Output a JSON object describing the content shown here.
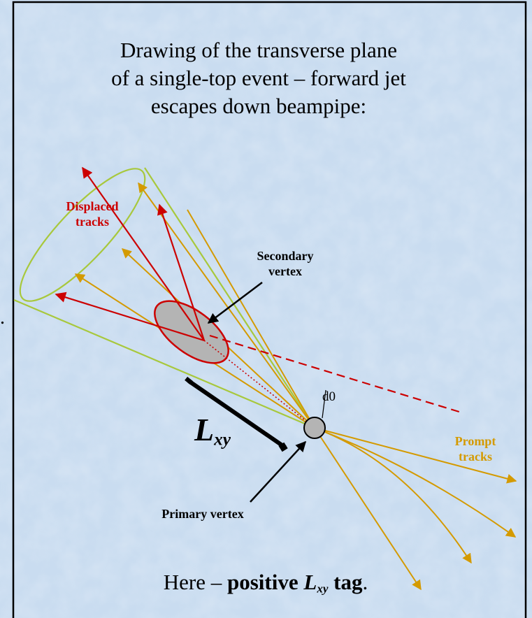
{
  "heading": {
    "line1": "Drawing of the transverse plane",
    "line2": "of a single-top event – forward jet",
    "line3": "escapes down beampipe:"
  },
  "labels": {
    "displaced_line1": "Displaced",
    "displaced_line2": "tracks",
    "secondary_line1": "Secondary",
    "secondary_line2": "vertex",
    "prompt_line1": "Prompt",
    "prompt_line2": "tracks",
    "primary": "Primary vertex",
    "d0": "d0",
    "lxy_main": "L",
    "lxy_sub": "xy",
    "stray_mark": "."
  },
  "caption": {
    "prefix": "Here – ",
    "bold": "positive ",
    "l": "L",
    "sub": "xy",
    "tag": " tag",
    "end": "."
  },
  "colors": {
    "background": "#c9dcf0",
    "border": "#000000",
    "cone": "#a8c83c",
    "displaced": "#cc0000",
    "prompt": "#d49a00",
    "vertex_fill": "#b4b4b4",
    "arrow": "#000000"
  }
}
